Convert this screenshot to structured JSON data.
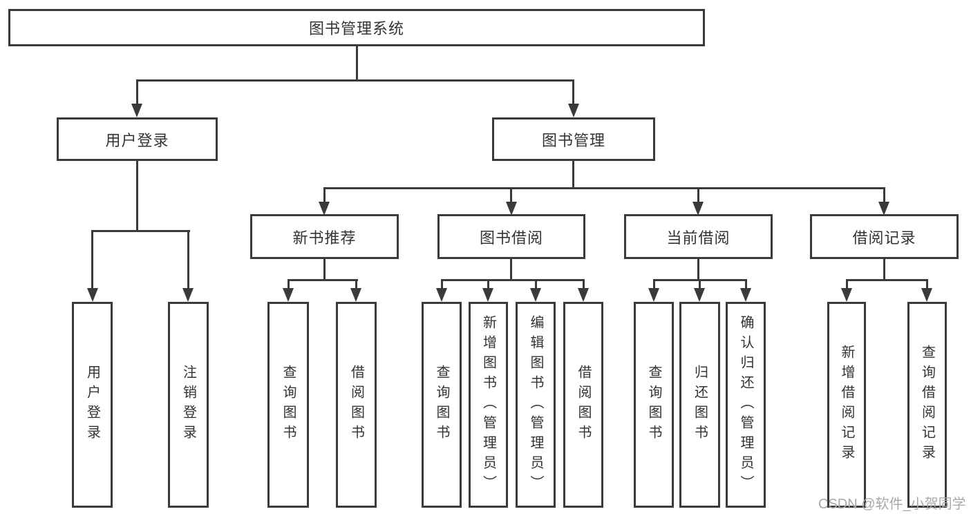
{
  "colors": {
    "line": "#3a3a3a",
    "box_border": "#3a3a3a",
    "text": "#333333",
    "watermark": "#a9a9a9",
    "background": "#ffffff"
  },
  "watermark": {
    "text": "CSDN @软件_小贺同学"
  },
  "tree": {
    "label": "图书管理系统",
    "children": [
      {
        "label": "用户登录",
        "children": [
          {
            "label": "用户登录"
          },
          {
            "label": "注销登录"
          }
        ]
      },
      {
        "label": "图书管理",
        "children": [
          {
            "label": "新书推荐",
            "children": [
              {
                "label": "查询图书"
              },
              {
                "label": "借阅图书"
              }
            ]
          },
          {
            "label": "图书借阅",
            "children": [
              {
                "label": "查询图书"
              },
              {
                "label": "新增图书（管理员）"
              },
              {
                "label": "编辑图书（管理员）"
              },
              {
                "label": "借阅图书"
              }
            ]
          },
          {
            "label": "当前借阅",
            "children": [
              {
                "label": "查询图书"
              },
              {
                "label": "归还图书"
              },
              {
                "label": "确认归还（管理员）"
              }
            ]
          },
          {
            "label": "借阅记录",
            "children": [
              {
                "label": "新增借阅记录"
              },
              {
                "label": "查询借阅记录"
              }
            ]
          }
        ]
      }
    ]
  }
}
